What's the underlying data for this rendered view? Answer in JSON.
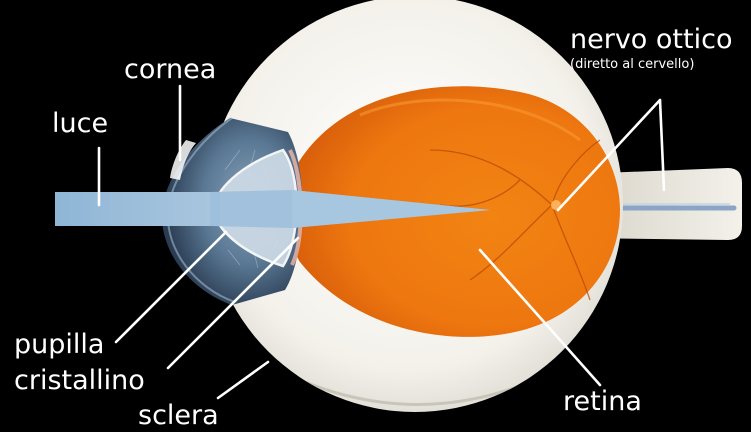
{
  "labels": {
    "cornea": "cornea",
    "luce": "luce",
    "pupilla": "pupilla",
    "cristallino": "cristallino",
    "sclera": "sclera",
    "nervo_ottico": "nervo ottico",
    "nervo_ottico_note": "(diretto al cervello)",
    "retina": "retina"
  },
  "colors": {
    "background": "#000000",
    "sclera": "#f4f2ec",
    "vitreous": "#f07a10",
    "iris": "#54718c",
    "light_beam": "#86aed0",
    "label_text": "#ffffff"
  }
}
